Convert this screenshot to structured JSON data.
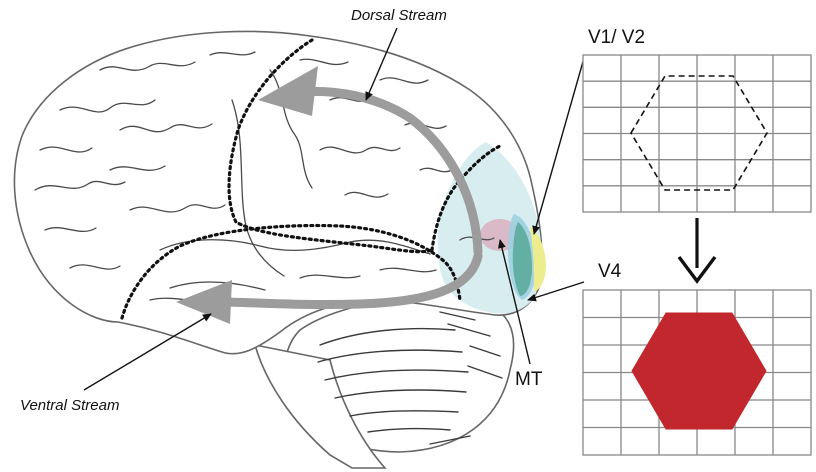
{
  "labels": {
    "dorsal": "Dorsal Stream",
    "ventral": "Ventral Stream",
    "v1v2": "V1/ V2",
    "v4": "V4",
    "mt": "MT"
  },
  "colors": {
    "stream_arrow": "#9c9c9c",
    "visual_cortex_tint": "#d4ebee",
    "v1_yellow": "#eded90",
    "v4_teal": "#58a898",
    "v2_blue": "#9fcfe0",
    "mt_pink": "#d9a8b8",
    "hexagon_fill": "#c1272d",
    "grid_line": "#888888"
  },
  "panels": {
    "top": {
      "shape": "hexagon",
      "style": "dashed outline",
      "rows": 6,
      "cols": 6
    },
    "bottom": {
      "shape": "hexagon",
      "style": "filled",
      "rows": 6,
      "cols": 6
    }
  }
}
